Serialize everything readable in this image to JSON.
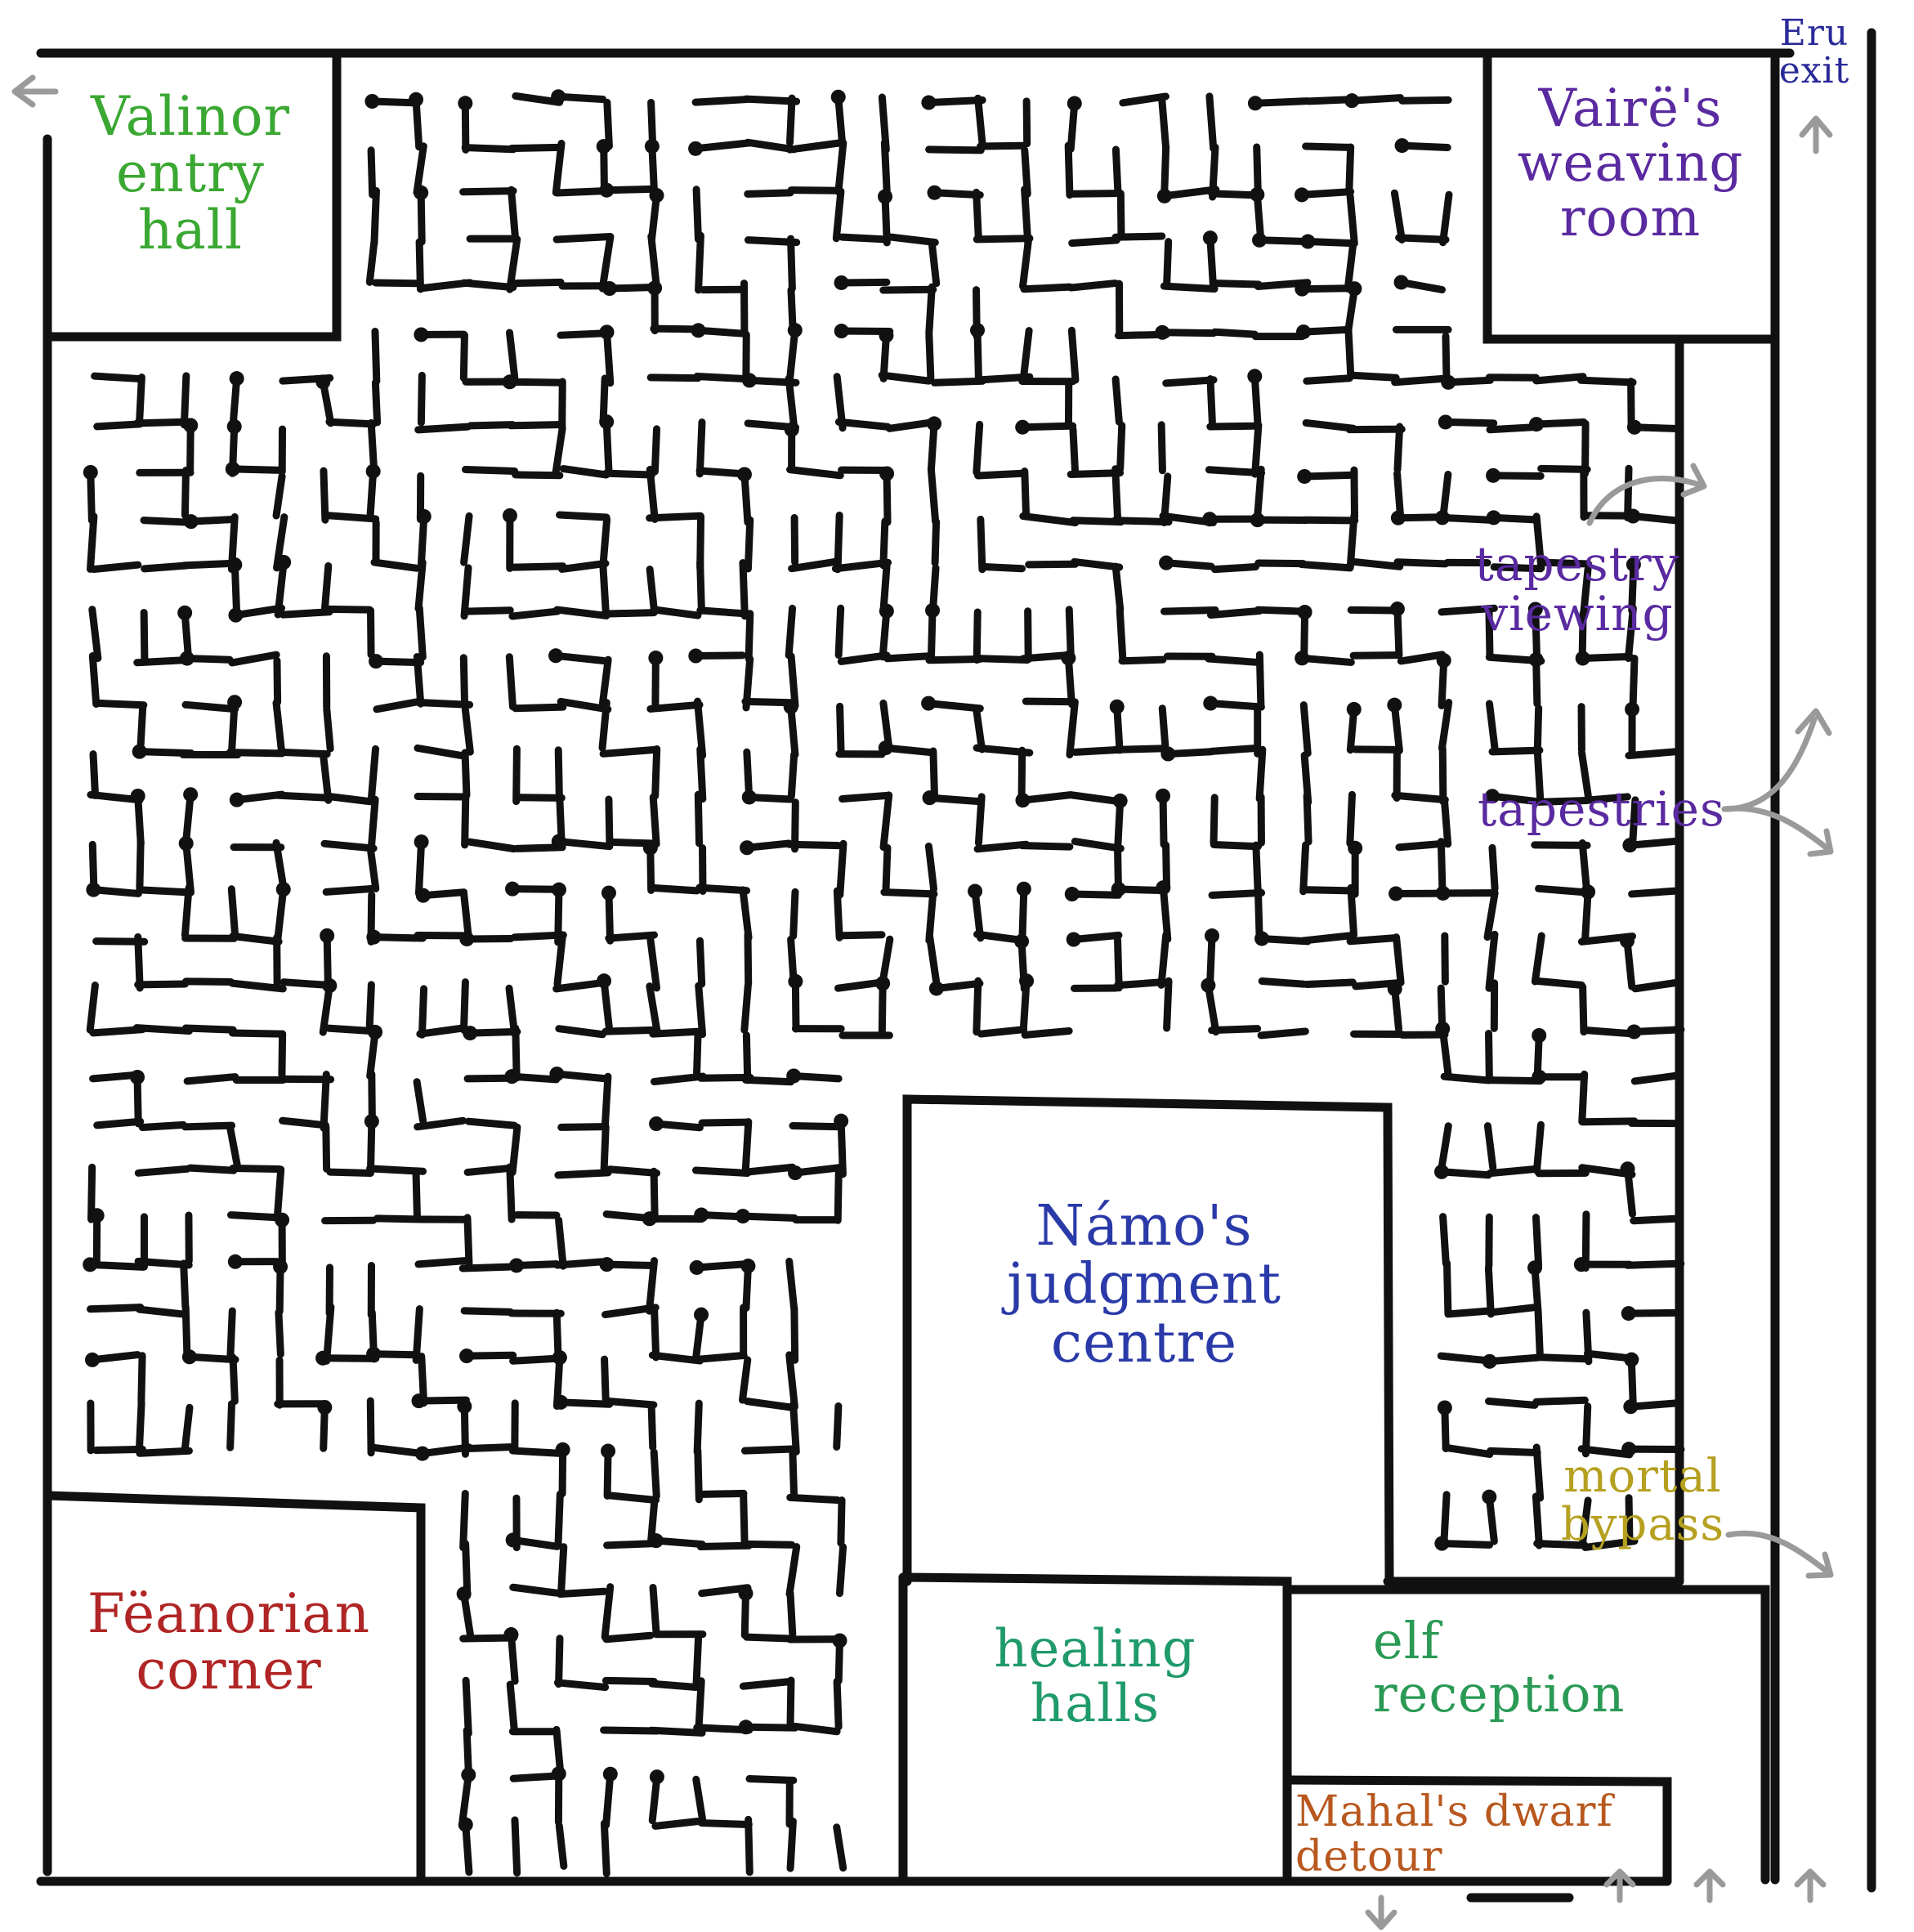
{
  "labels": {
    "valinor": "Valinor\nentry\nhall",
    "vaire": "Vairë's\nweaving\nroom",
    "eru": "Eru\nexit",
    "tapestry_viewing": "tapestry\nviewing",
    "tapestries": "tapestries",
    "namo": "Námo's\njudgment\ncentre",
    "mortal": "mortal\nbypass",
    "feanorian": "Fëanorian\ncorner",
    "healing": "healing\nhalls",
    "elf": "elf\nreception",
    "mahal": "Mahal's dwarf\ndetour"
  },
  "colors": {
    "valinor": "#3aa832",
    "vaire": "#5a2aa0",
    "eru": "#2a2a9a",
    "tapestry": "#5a2aa0",
    "namo": "#2a3aa8",
    "mortal": "#b5a020",
    "feanorian": "#b02525",
    "healing": "#1f9a6a",
    "elf": "#2a9a55",
    "mahal": "#b8581f",
    "arrow": "#9a9a9a",
    "wall": "#111111"
  }
}
